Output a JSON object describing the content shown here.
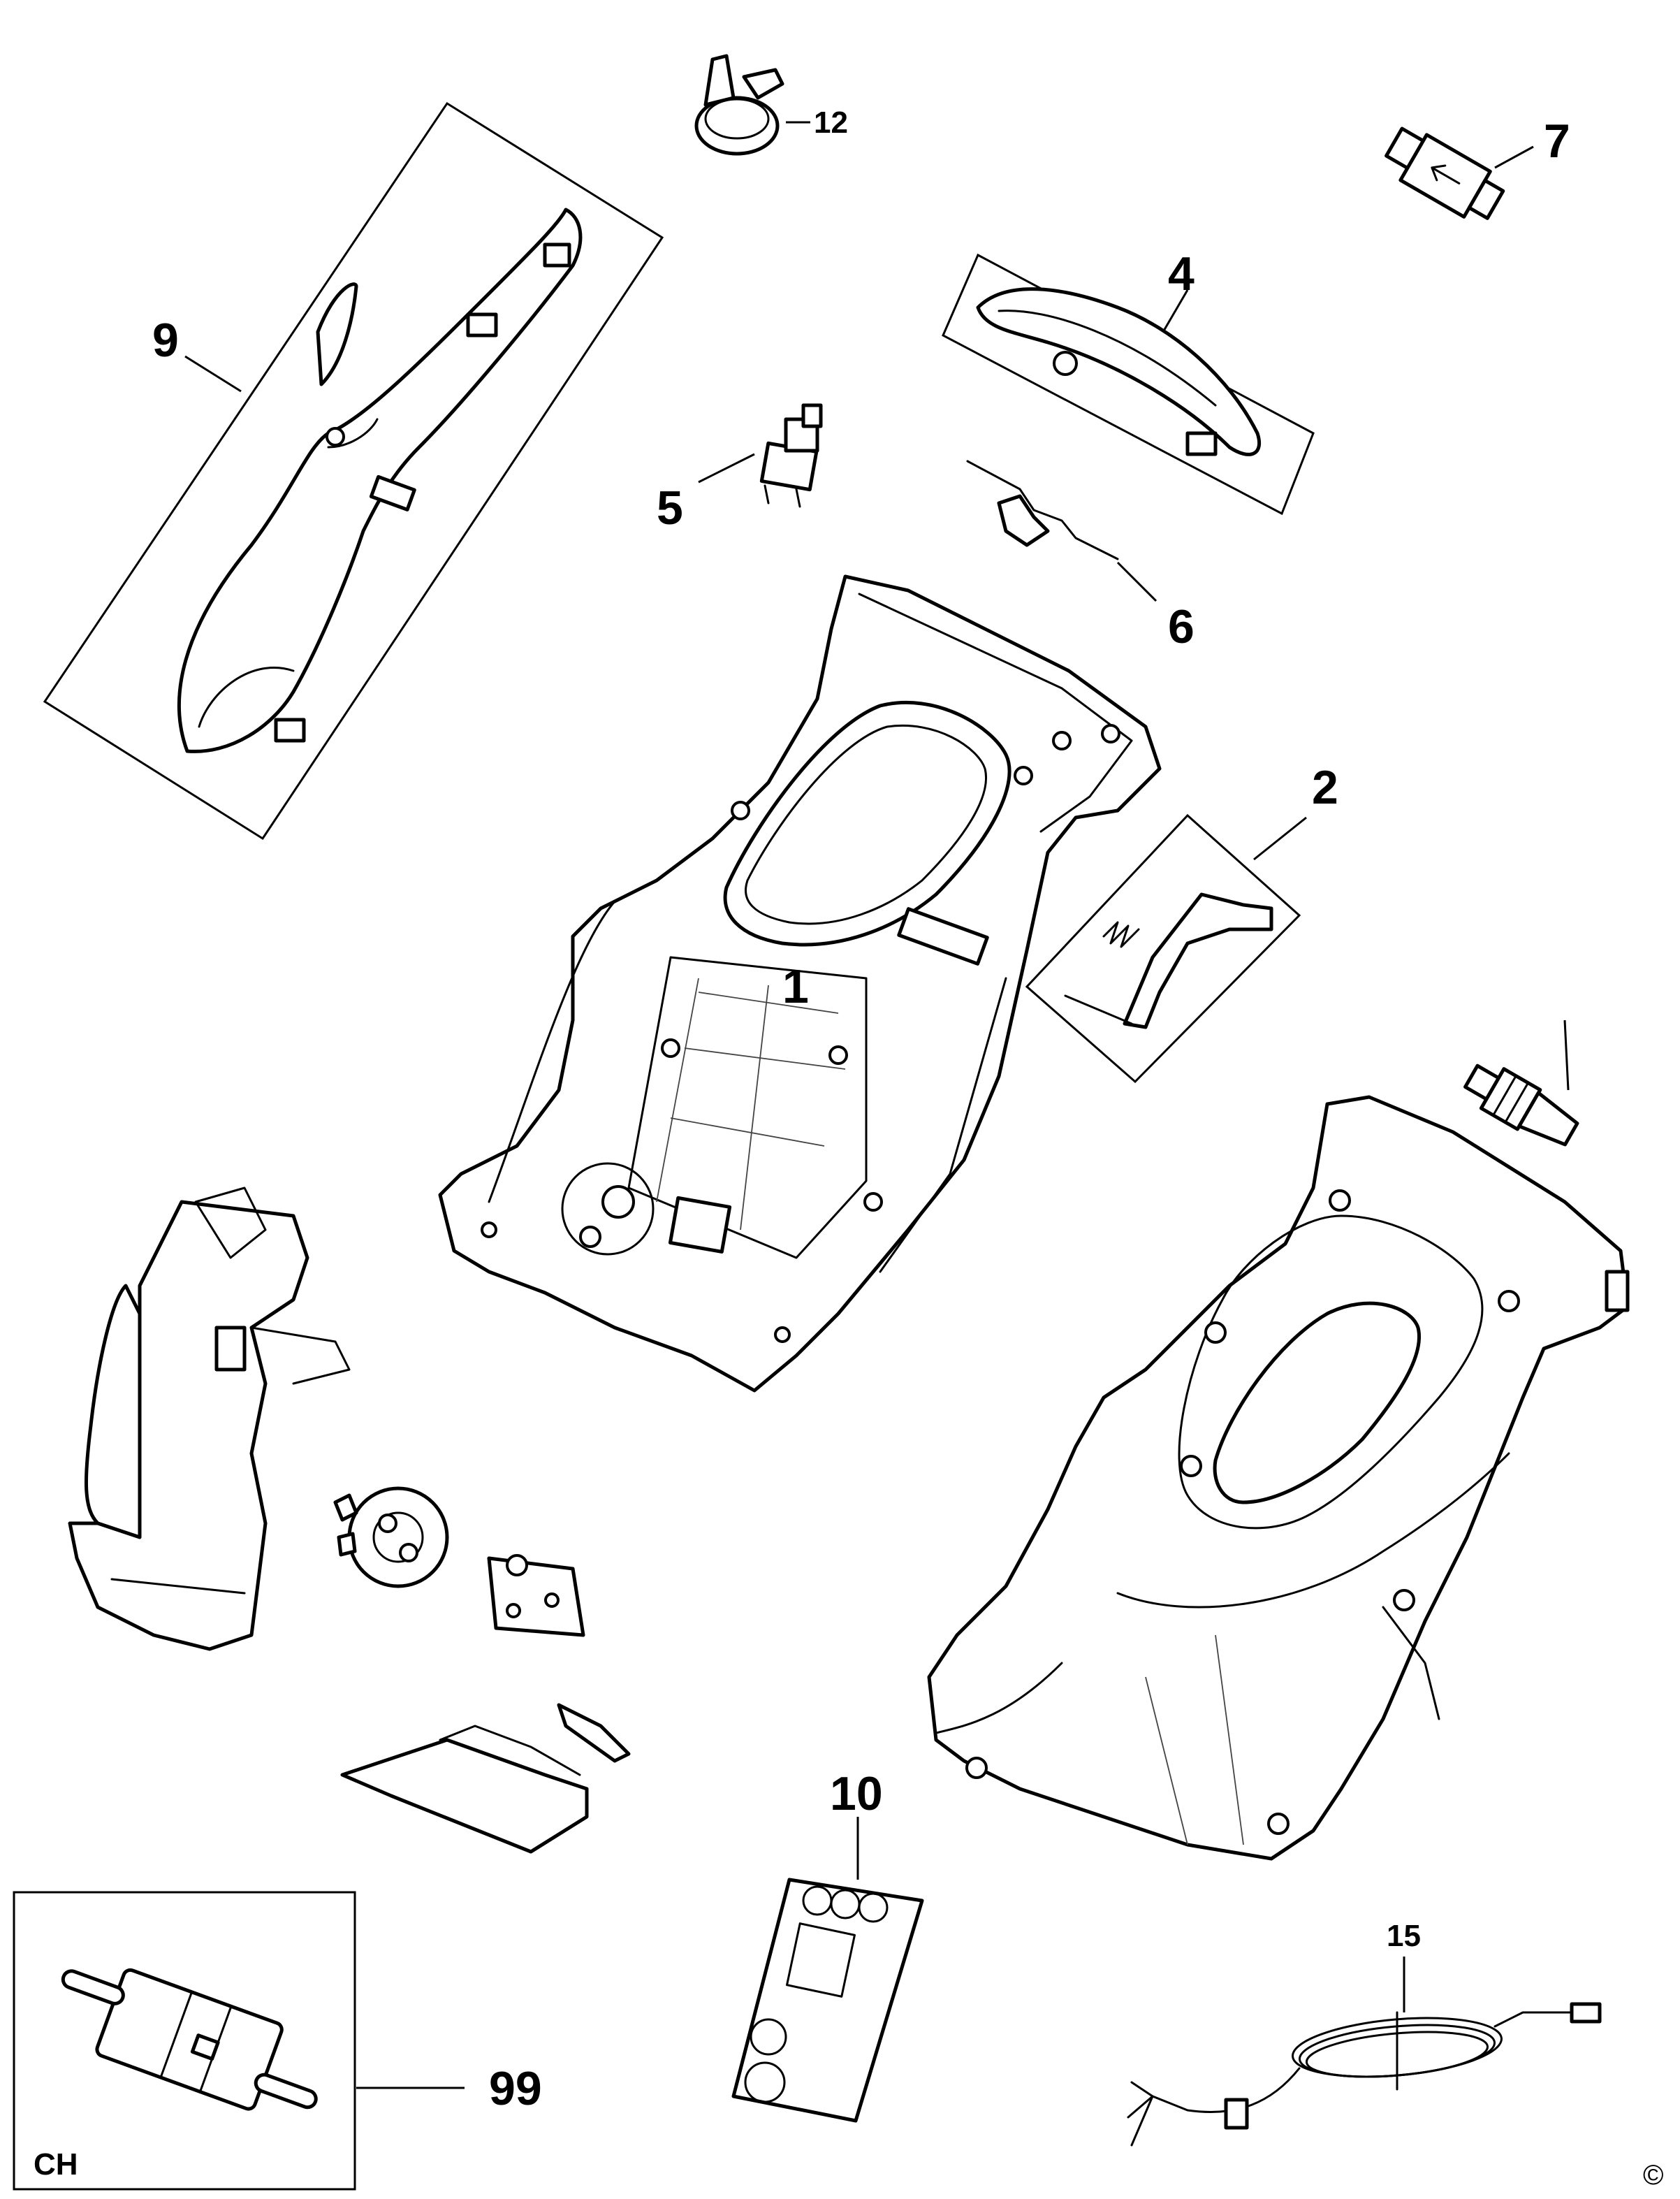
{
  "callouts": {
    "p1": "1",
    "p2": "2",
    "p4": "4",
    "p5": "5",
    "p6": "6",
    "p7": "7",
    "p9": "9",
    "p10": "10",
    "p12": "12",
    "p15": "15",
    "p99": "99"
  },
  "region_label": "CH",
  "copyright": "©"
}
